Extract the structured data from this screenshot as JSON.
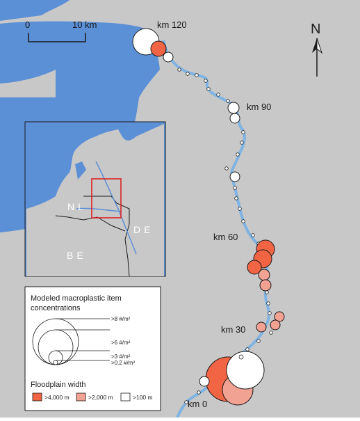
{
  "map": {
    "scale_bar": {
      "start_label": "0",
      "end_label": "10 km"
    },
    "north_arrow": {
      "label": "N"
    },
    "km_labels": [
      "km 120",
      "km 90",
      "km 60",
      "km 30",
      "km 0"
    ],
    "inset": {
      "countries": [
        "NL",
        "BE",
        "DE"
      ]
    },
    "legend": {
      "title_line1": "Modeled macroplastic item",
      "title_line2": "concentrations",
      "size_labels": [
        ">8 #/m²",
        ">6 #/m²",
        ">3 #/m²",
        ">0.2 #/m²"
      ],
      "width_title": "Floodplain width",
      "width_classes": [
        {
          "label": ">4,000 m",
          "color": "#f26544"
        },
        {
          "label": ">2,000 m",
          "color": "#f2a293"
        },
        {
          "label": ">100 m",
          "color": "#ffffff"
        }
      ]
    },
    "colors": {
      "land": "#c8c8c8",
      "water": "#5b8fd6",
      "river": "#7fb3e3",
      "frame": "#1a1a1a",
      "inset_box": "#dd2222"
    }
  }
}
